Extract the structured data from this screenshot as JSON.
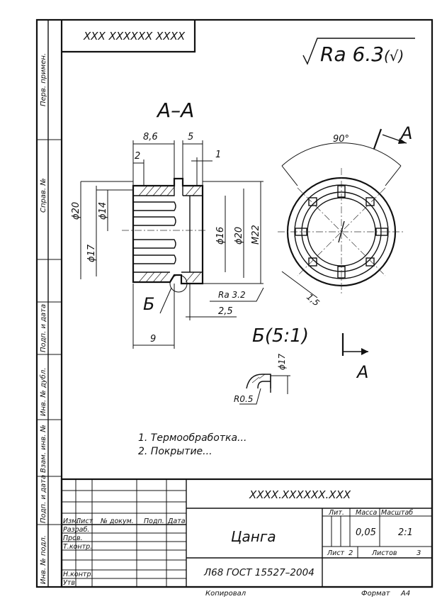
{
  "header_code": "XXX XXXXXX XXXX",
  "surface_finish": {
    "value": "Ra 6.3",
    "suffix": "(√)"
  },
  "section_view": {
    "label": "А–А"
  },
  "dimensions": {
    "d_8_6": "8,6",
    "d_5": "5",
    "d_2": "2",
    "d_1": "1",
    "phi20_left": "ϕ20",
    "phi14": "ϕ14",
    "phi17": "ϕ17",
    "phi16": "ϕ16",
    "phi20_right": "ϕ20",
    "m22": "M22",
    "ra32": "Ra 3.2",
    "d_2_5": "2,5",
    "d_9": "9",
    "d_1_5": "1,5",
    "angle": "90°"
  },
  "section_marks": {
    "top": "A",
    "bottom": "A"
  },
  "detail": {
    "ref_letter": "Б",
    "title": "Б(5:1)",
    "phi17": "ϕ17",
    "radius": "R0.5"
  },
  "notes": [
    "1. Термообработка...",
    "2. Покрытие..."
  ],
  "side_column": [
    "Перв. примен.",
    "Справ. №",
    "Подп. и дата",
    "Инв. № дубл.",
    "Взам. инв. №",
    "Подп. и дата",
    "Инв. № подл."
  ],
  "title_block": {
    "doc_code": "XXXX.XXXXXX.XXX",
    "headers": [
      "Изм.",
      "Лист",
      "№ докум.",
      "Подп.",
      "Дата"
    ],
    "roles": [
      "Разраб.",
      "Пров.",
      "Т.контр.",
      "Н.контр.",
      "Утв."
    ],
    "part_name": "Цанга",
    "lit_label": "Лит.",
    "mass_label": "Масса",
    "scale_label": "Масштаб",
    "mass": "0,05",
    "scale": "2:1",
    "sheet_label": "Лист",
    "sheet_num": "2",
    "sheets_label": "Листов",
    "sheets_num": "3",
    "material": "Л68 ГОСТ 15527–2004",
    "copied": "Копировал",
    "format_label": "Формат",
    "format": "А4"
  }
}
